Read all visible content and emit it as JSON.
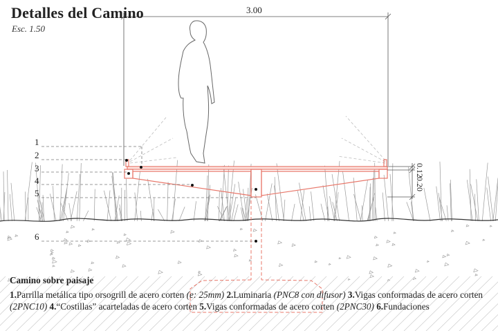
{
  "header": {
    "title": "Detalles del Camino",
    "scale": "Esc. 1.50"
  },
  "dimensions": {
    "width": "3.00",
    "deck_thickness": "0.12",
    "beam_depth": "0.20"
  },
  "labels": [
    "1",
    "2",
    "3",
    "4",
    "5",
    "6"
  ],
  "caption": {
    "title": "Camino sobre paisaje",
    "items": [
      {
        "num": "1.",
        "text": "Parrilla metálica tipo orsogrill de acero corten ",
        "note": "(e: 25mm)"
      },
      {
        "num": "2.",
        "text": "Luminaria ",
        "note": "(PNC8 con difusor)"
      },
      {
        "num": "3.",
        "text": "Vigas conformadas de acero corten ",
        "note": "(2PNC10)"
      },
      {
        "num": "4.",
        "text": "“Costillas” acarteladas de acero corten",
        "note": ""
      },
      {
        "num": "5.",
        "text": "Vigas conformadas de acero corten ",
        "note": "(2PNC30)"
      },
      {
        "num": "6.",
        "text": "Fundaciones",
        "note": ""
      }
    ]
  },
  "colors": {
    "steel": "#e8776a",
    "line": "#555555",
    "hatch": "#bbbbbb"
  }
}
